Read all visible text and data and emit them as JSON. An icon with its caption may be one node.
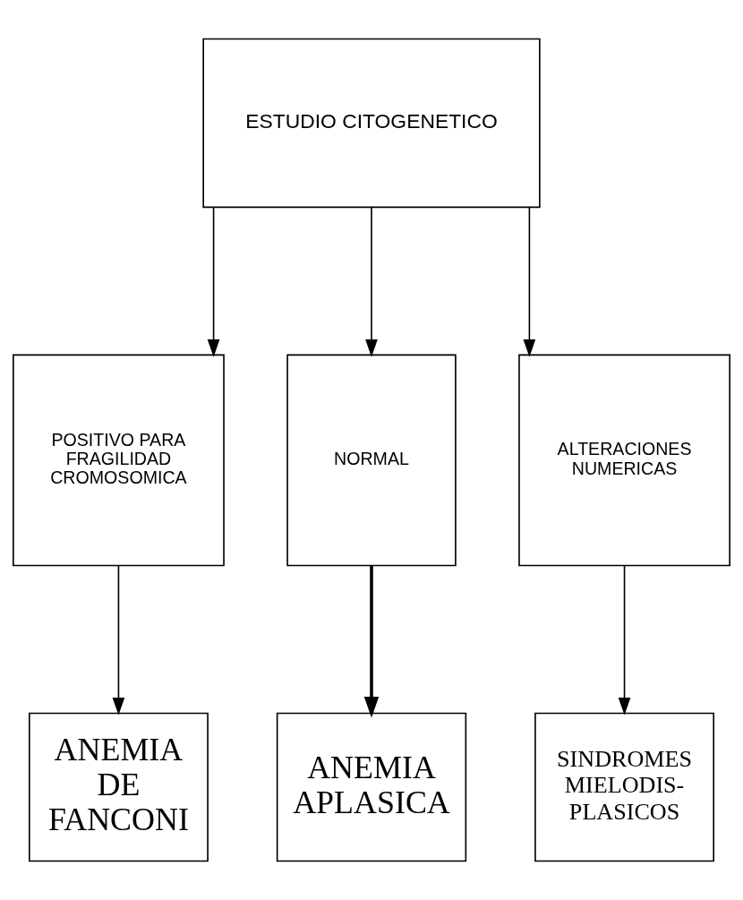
{
  "diagram": {
    "nodes": [
      {
        "text": [
          "ESTUDIO CITOGENETICO"
        ]
      },
      {
        "text": [
          "POSITIVO PARA FRAGILIDAD CROMOSOMICA"
        ]
      },
      {
        "text": [
          "NORMAL"
        ]
      },
      {
        "text": [
          "ALTERACIONES NUMERICAS"
        ]
      },
      {
        "text": [
          "ANEMIA DE FANCONI"
        ]
      },
      {
        "text": [
          "ANEMIA APLASICA"
        ]
      },
      {
        "text": [
          "SINDROMES MIELODIS- PLASICOS"
        ]
      }
    ],
    "edges": [
      {
        "from": 0,
        "to": 1,
        "arrow": "to"
      },
      {
        "from": 0,
        "to": 2,
        "arrow": "to"
      },
      {
        "from": 0,
        "to": 3,
        "arrow": "to"
      },
      {
        "from": 1,
        "to": 4,
        "arrow": "to"
      },
      {
        "from": 2,
        "to": 5,
        "arrow": "to",
        "style": "thick"
      },
      {
        "from": 3,
        "to": 6,
        "arrow": "to"
      }
    ]
  }
}
